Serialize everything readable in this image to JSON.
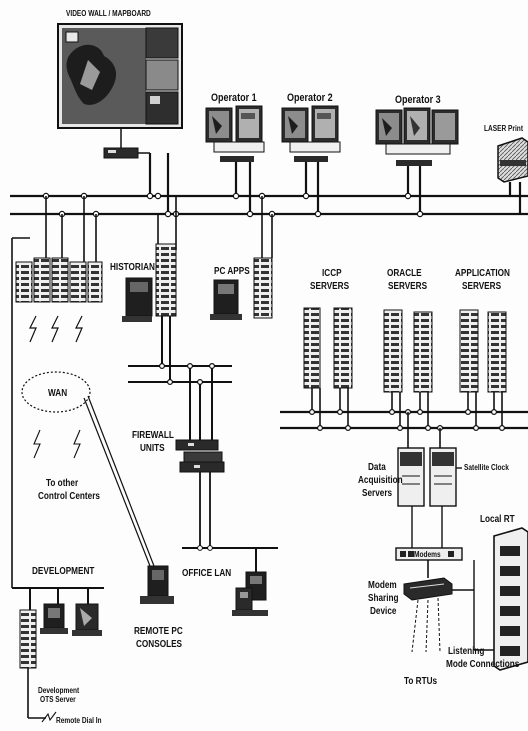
{
  "labels": {
    "video_wall": "VIDEO WALL / MAPBOARD",
    "operator_1": "Operator 1",
    "operator_2": "Operator 2",
    "operator_3": "Operator 3",
    "laser_printer": "LASER Print",
    "historian": "HISTORIAN",
    "pc_apps": "PC APPS",
    "iccp_servers_1": "ICCP",
    "iccp_servers_2": "SERVERS",
    "oracle_servers_1": "ORACLE",
    "oracle_servers_2": "SERVERS",
    "application_servers_1": "APPLICATION",
    "application_servers_2": "SERVERS",
    "wan": "WAN",
    "firewall_1": "FIREWALL",
    "firewall_2": "UNITS",
    "data_acq_1": "Data",
    "data_acq_2": "Acquisition",
    "data_acq_3": "Servers",
    "satellite_clock": "Satellite Clock",
    "to_other_1": "To other",
    "to_other_2": "Control Centers",
    "development": "DEVELOPMENT",
    "local_rtu": "Local RT",
    "modems": "Modems",
    "modem_sharing_1": "Modem",
    "modem_sharing_2": "Sharing",
    "modem_sharing_3": "Device",
    "office_lan": "OFFICE LAN",
    "remote_pc_1": "REMOTE PC",
    "remote_pc_2": "CONSOLES",
    "listening_1": "Listening",
    "listening_2": "Mode Connections",
    "to_rtus": "To RTUs",
    "dev_server_1": "Development",
    "dev_server_2": "OTS Server",
    "remote_dial_in": "Remote Dial In"
  },
  "colors": {
    "ink": "#111111",
    "screen": "#6a6a6a",
    "panel": "#e8e8e8",
    "dark": "#2a2a2a"
  }
}
